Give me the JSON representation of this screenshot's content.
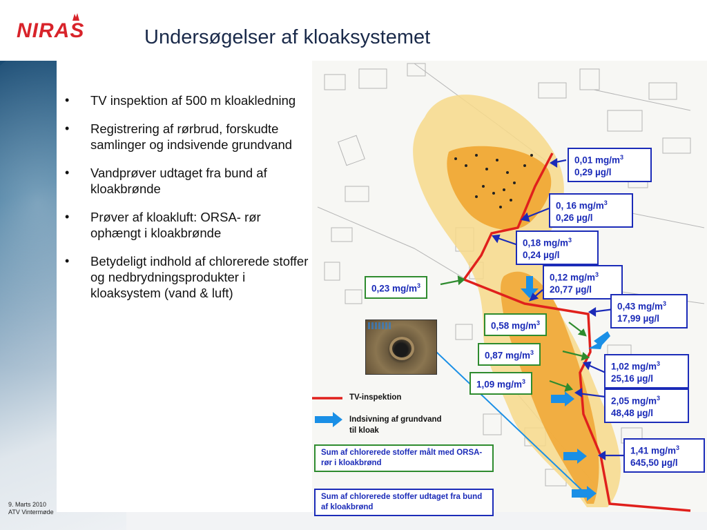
{
  "header": {
    "logo_text": "NIRAS",
    "title": "Undersøgelser af kloaksystemet"
  },
  "bullets": [
    "TV inspektion af 500 m kloakledning",
    "Registrering af rørbrud, forskudte samlinger og indsivende grundvand",
    "Vandprøver udtaget fra bund af kloakbrønde",
    "Prøver af kloakluft: ORSA- rør ophængt i kloakbrønde",
    "Betydeligt indhold af chlorerede stoffer og nedbrydningsprodukter i kloaksystem (vand & luft)"
  ],
  "bullet_glyph": "•",
  "footer": {
    "date": "9. Marts 2010",
    "event": "ATV Vintermøde"
  },
  "map": {
    "blue_labels": [
      {
        "air": "0,01 mg/m",
        "water": "0,29 µg/l"
      },
      {
        "air": "0, 16 mg/m",
        "water": "0,26 µg/l"
      },
      {
        "air": "0,18 mg/m",
        "water": "0,24 µg/l"
      },
      {
        "air": "0,12 mg/m",
        "water": "20,77 µg/l"
      },
      {
        "air": "0,43 mg/m",
        "water": "17,99 µg/l"
      },
      {
        "air": "1,02 mg/m",
        "water": "25,16 µg/l"
      },
      {
        "air": "2,05 mg/m",
        "water": "48,48 µg/l"
      },
      {
        "air": "1,41 mg/m",
        "water": "645,50 µg/l"
      }
    ],
    "green_labels": [
      "0,23 mg/m",
      "0,58 mg/m",
      "0,87 mg/m",
      "1,09 mg/m"
    ],
    "cube": "3",
    "legend": {
      "tv": "TV-inspektion",
      "infiltration": "Indsivning af grundvand til kloak",
      "green_box": "Sum af chlorerede stoffer målt med ORSA-rør i kloakbrønd",
      "blue_box": "Sum af chlorerede stoffer udtaget fra bund af kloakbrønd"
    },
    "colors": {
      "pipe": "#e0201c",
      "infiltration_arrow": "#1a8fe6",
      "water_label": "#1b2bb8",
      "air_label": "#2e8b2e",
      "plume_light": "#f7cf6a",
      "plume_dark": "#f0a020"
    }
  }
}
